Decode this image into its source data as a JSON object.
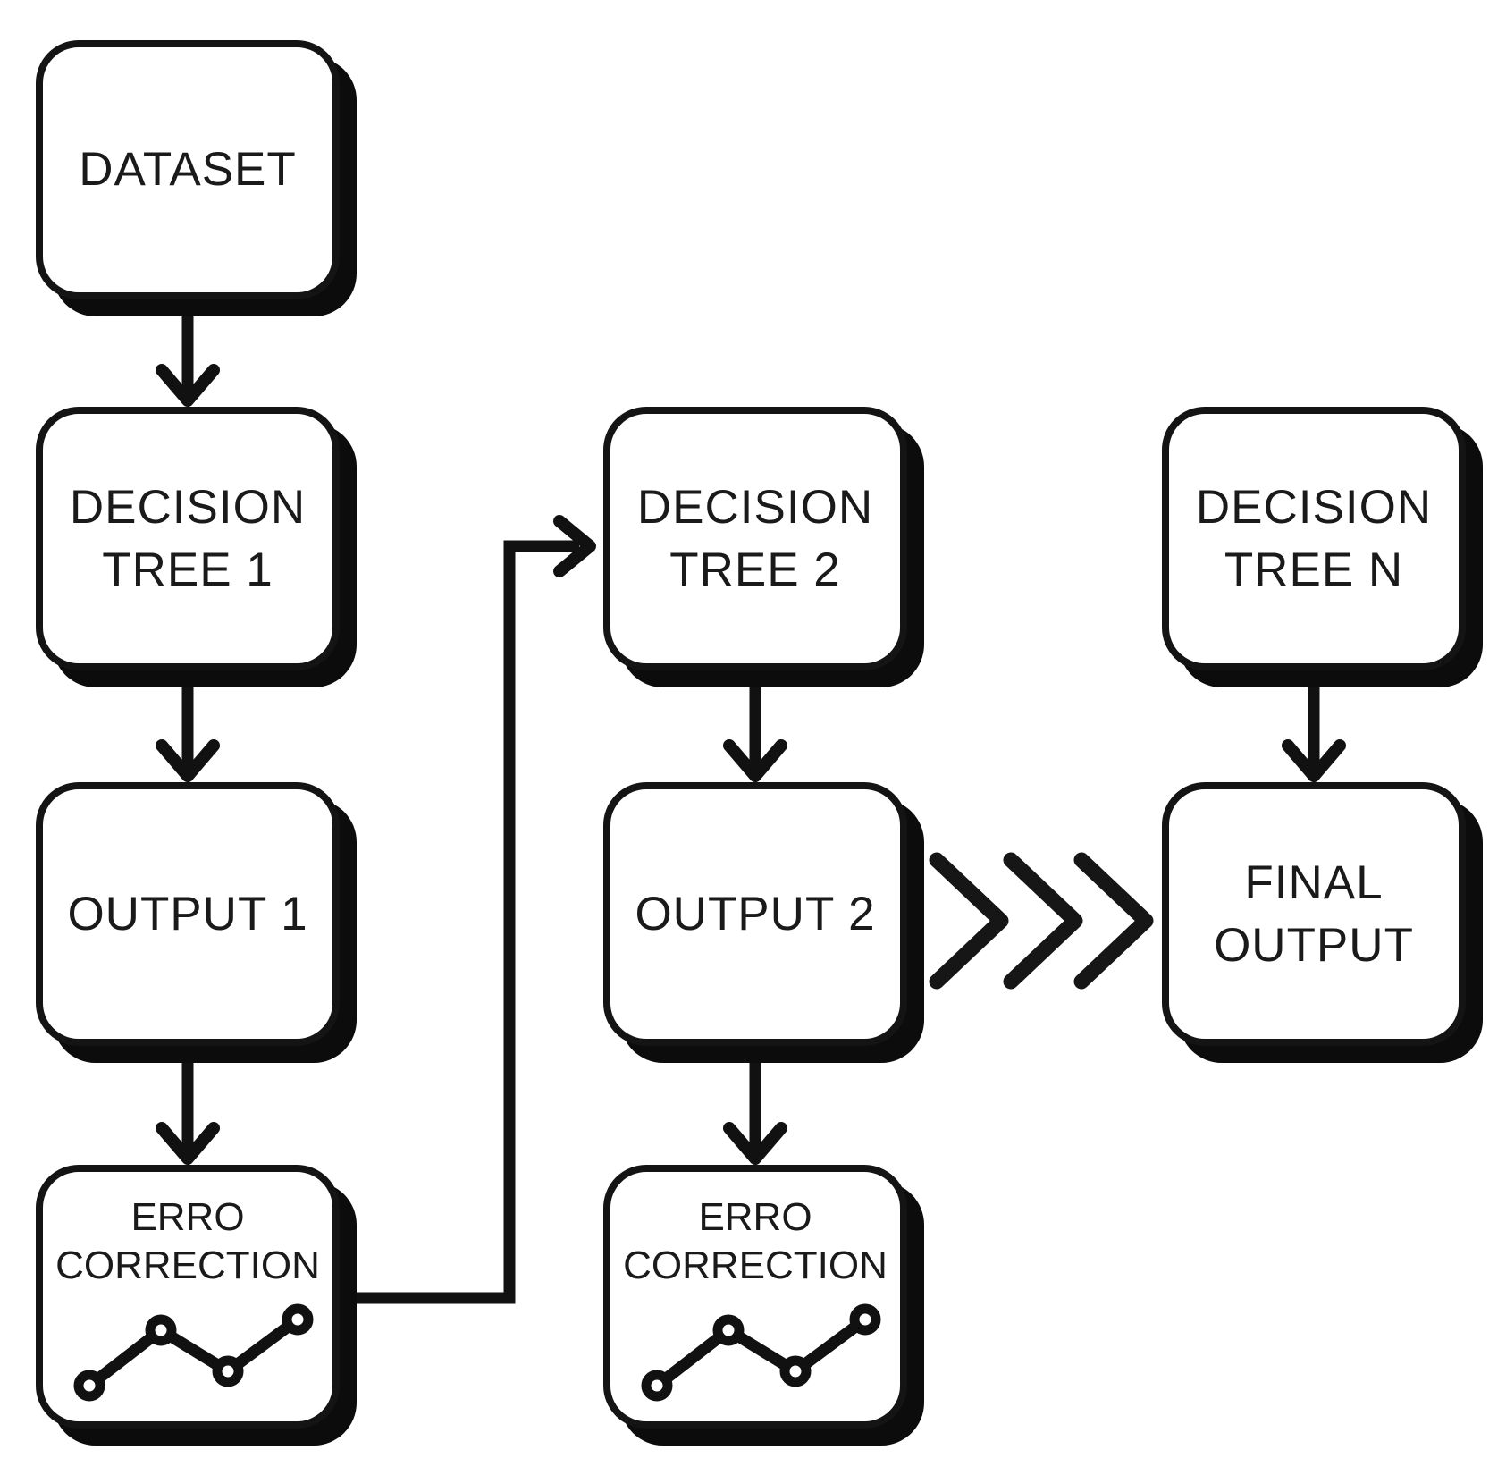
{
  "diagram": {
    "type": "flowchart",
    "background": "#ffffff",
    "ink": "#121212",
    "nodes": {
      "dataset": {
        "label": "DATASET"
      },
      "decision_tree_1": {
        "label": "DECISION\nTREE 1"
      },
      "output_1": {
        "label": "OUTPUT 1"
      },
      "error_correction_1": {
        "label": "ERRO\nCORRECTION",
        "icon": "line-chart-icon"
      },
      "decision_tree_2": {
        "label": "DECISION\nTREE 2"
      },
      "output_2": {
        "label": "OUTPUT 2"
      },
      "error_correction_2": {
        "label": "ERRO\nCORRECTION",
        "icon": "line-chart-icon"
      },
      "decision_tree_n": {
        "label": "DECISION\nTREE N"
      },
      "final_output": {
        "label": "FINAL\nOUTPUT"
      }
    },
    "edges": [
      {
        "from": "dataset",
        "to": "decision_tree_1",
        "style": "arrow-down"
      },
      {
        "from": "decision_tree_1",
        "to": "output_1",
        "style": "arrow-down"
      },
      {
        "from": "output_1",
        "to": "error_correction_1",
        "style": "arrow-down"
      },
      {
        "from": "error_correction_1",
        "to": "decision_tree_2",
        "style": "elbow-arrow-right"
      },
      {
        "from": "decision_tree_2",
        "to": "output_2",
        "style": "arrow-down"
      },
      {
        "from": "output_2",
        "to": "error_correction_2",
        "style": "arrow-down"
      },
      {
        "from": "output_2",
        "to": "final_output",
        "style": "triple-chevron-right"
      },
      {
        "from": "decision_tree_n",
        "to": "final_output",
        "style": "arrow-down"
      }
    ]
  }
}
